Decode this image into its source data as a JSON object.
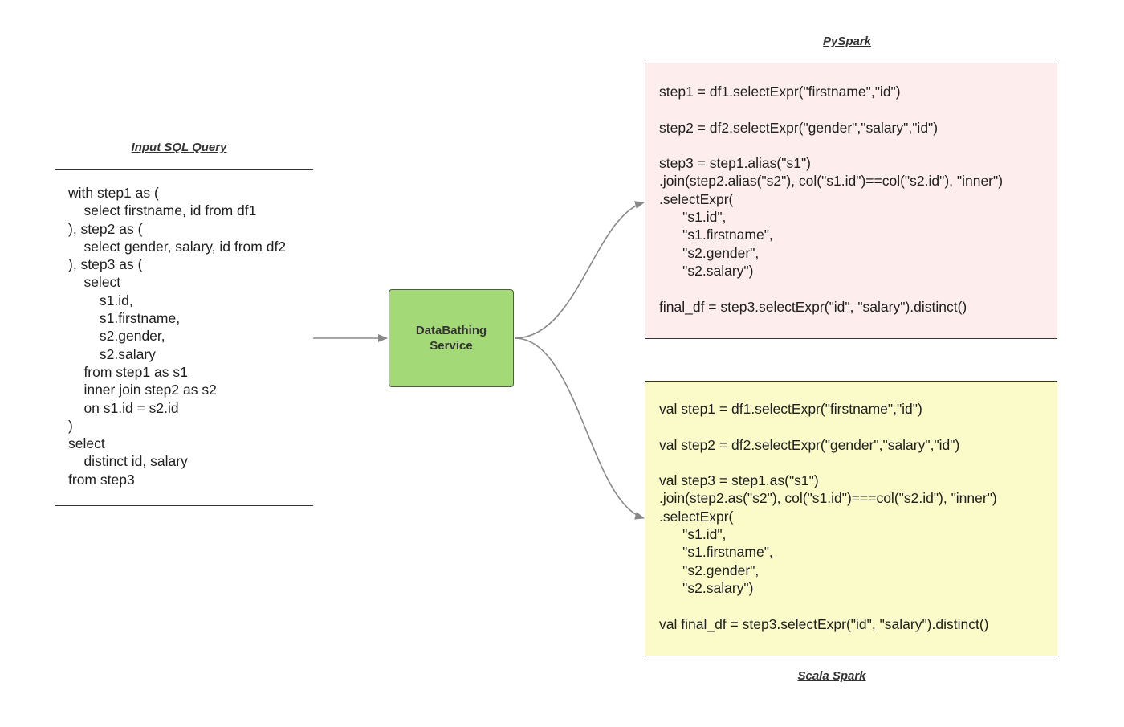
{
  "input": {
    "title": "Input SQL Query",
    "code": "with step1 as (\n    select firstname, id from df1\n), step2 as (\n    select gender, salary, id from df2\n), step3 as (\n    select\n        s1.id,\n        s1.firstname,\n        s2.gender,\n        s2.salary\n    from step1 as s1\n    inner join step2 as s2\n    on s1.id = s2.id\n)\nselect\n    distinct id, salary\nfrom step3"
  },
  "service": {
    "label": "DataBathing Service",
    "color": "#a3d977"
  },
  "pyspark": {
    "title": "PySpark",
    "background": "#fdeeed",
    "code": "step1 = df1.selectExpr(\"firstname\",\"id\")\n\nstep2 = df2.selectExpr(\"gender\",\"salary\",\"id\")\n\nstep3 = step1.alias(\"s1\")\n.join(step2.alias(\"s2\"), col(\"s1.id\")==col(\"s2.id\"), \"inner\")\n.selectExpr(\n      \"s1.id\",\n      \"s1.firstname\",\n      \"s2.gender\",\n      \"s2.salary\")\n\nfinal_df = step3.selectExpr(\"id\", \"salary\").distinct()"
  },
  "scala": {
    "title": "Scala Spark",
    "background": "#fafbc9",
    "code": "val step1 = df1.selectExpr(\"firstname\",\"id\")\n\nval step2 = df2.selectExpr(\"gender\",\"salary\",\"id\")\n\nval step3 = step1.as(\"s1\")\n.join(step2.as(\"s2\"), col(\"s1.id\")===col(\"s2.id\"), \"inner\")\n.selectExpr(\n      \"s1.id\",\n      \"s1.firstname\",\n      \"s2.gender\",\n      \"s2.salary\")\n\nval final_df = step3.selectExpr(\"id\", \"salary\").distinct()"
  }
}
